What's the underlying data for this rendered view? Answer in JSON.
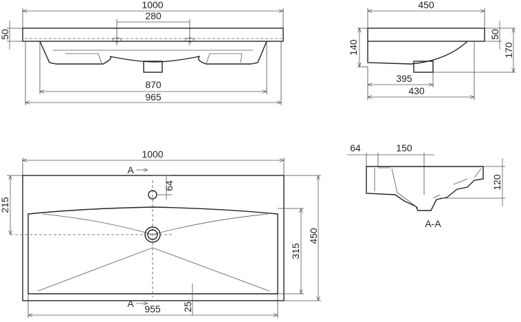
{
  "drawing": {
    "front_view": {
      "width_total": "1000",
      "tap_spacing": "280",
      "height_top": "50",
      "bowl_width": "870",
      "base_width": "965"
    },
    "side_view": {
      "depth": "450",
      "height_front": "140",
      "height_top": "50",
      "height_total": "170",
      "drain_offset": "395",
      "bowl_depth": "430"
    },
    "top_view": {
      "width": "1000",
      "section_mark_top": "A",
      "section_mark_bottom": "A",
      "tap_offset": "64",
      "drain_offset": "215",
      "depth": "450",
      "bowl_depth": "315",
      "rim_front": "25",
      "bowl_width": "955"
    },
    "section_view": {
      "wall": "64",
      "bowl_to_center": "150",
      "bowl_height": "120",
      "label": "A-A"
    }
  }
}
